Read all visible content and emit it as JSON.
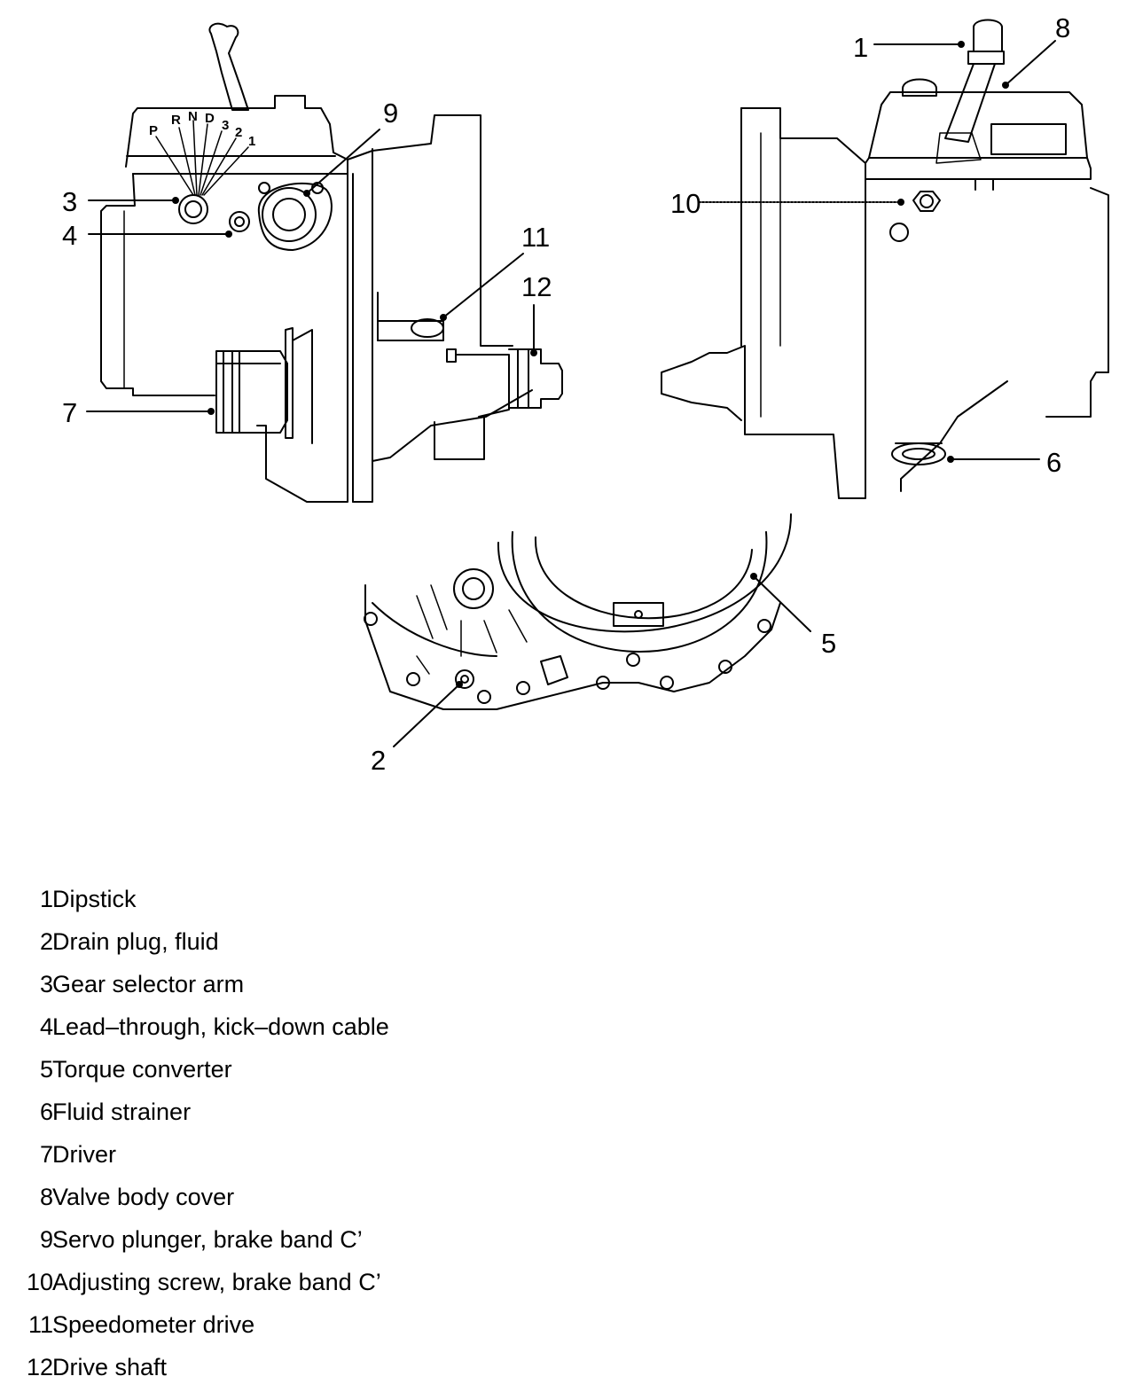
{
  "diagram": {
    "gear_letters": [
      "P",
      "R",
      "N",
      "D",
      "3",
      "2",
      "1"
    ],
    "callouts": [
      {
        "id": "1",
        "text": "1"
      },
      {
        "id": "2",
        "text": "2"
      },
      {
        "id": "3",
        "text": "3"
      },
      {
        "id": "4",
        "text": "4"
      },
      {
        "id": "5",
        "text": "5"
      },
      {
        "id": "6",
        "text": "6"
      },
      {
        "id": "7",
        "text": "7"
      },
      {
        "id": "8",
        "text": "8"
      },
      {
        "id": "9",
        "text": "9"
      },
      {
        "id": "10",
        "text": "10"
      },
      {
        "id": "11",
        "text": "11"
      },
      {
        "id": "12",
        "text": "12"
      }
    ]
  },
  "legend": [
    {
      "num": "1",
      "label": "Dipstick"
    },
    {
      "num": "2",
      "label": "Drain plug, fluid"
    },
    {
      "num": "3",
      "label": "Gear selector arm"
    },
    {
      "num": "4",
      "label": "Lead–through, kick–down cable"
    },
    {
      "num": "5",
      "label": "Torque converter"
    },
    {
      "num": "6",
      "label": "Fluid strainer"
    },
    {
      "num": "7",
      "label": "Driver"
    },
    {
      "num": "8",
      "label": "Valve body cover"
    },
    {
      "num": "9",
      "label": "Servo plunger, brake band C’"
    },
    {
      "num": "10",
      "label": "Adjusting screw, brake band C’"
    },
    {
      "num": "11",
      "label": "Speedometer drive"
    },
    {
      "num": "12",
      "label": "Drive shaft"
    }
  ]
}
